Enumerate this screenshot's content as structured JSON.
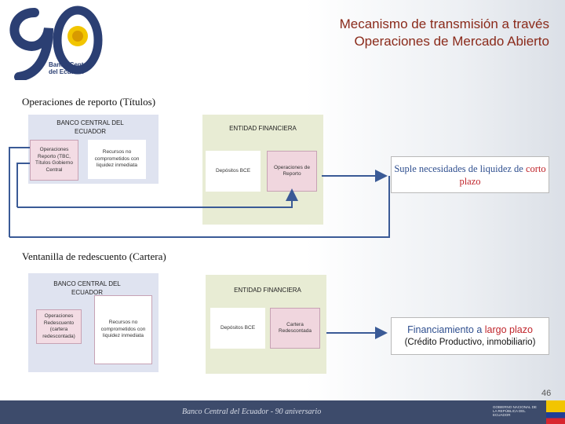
{
  "header": {
    "title_line1": "Mecanismo de transmisión a través",
    "title_line2": "Operaciones de Mercado Abierto",
    "logo_line1": "Banco Central",
    "logo_line2": "del Ecuador"
  },
  "section1": {
    "heading": "Operaciones de reporto (Títulos)",
    "bce_title": "BANCO CENTRAL DEL ECUADOR",
    "ent_title": "ENTIDAD FINANCIERA",
    "box_ops": "Operaciones Reporto (TBC, Títulos Gobierno Central",
    "box_recursos": "Recursos no comprometidos con liquidez inmediata",
    "box_depositos": "Depósitos BCE",
    "box_operaciones": "Operaciones de Reporto",
    "callout_pre": "Suple necesidades de liquidez de ",
    "callout_em": "corto plazo"
  },
  "section2": {
    "heading": "Ventanilla de redescuento (Cartera)",
    "bce_title": "BANCO CENTRAL DEL ECUADOR",
    "ent_title": "ENTIDAD FINANCIERA",
    "box_ops": "Operaciones Redescuento (cartera redescontada)",
    "box_recursos": "Recursos no comprometidos con liquidez inmediata",
    "box_depositos": "Depósitos BCE",
    "box_cartera": "Cartera Redescontada",
    "callout_pre": "Financiamiento a ",
    "callout_em": "largo plazo",
    "callout_line2": "(Crédito Productivo, inmobiliario)"
  },
  "footer": {
    "text": "Banco Central del Ecuador - 90 aniversario",
    "logo_text": "GOBIERNO NACIONAL DE LA REPÚBLICA DEL ECUADOR",
    "page_number": "46"
  },
  "colors": {
    "title": "#8a2a1a",
    "accent_red": "#c0262c",
    "connector_blue": "#3a5a96",
    "footer_bg": "#3d4b6b"
  }
}
